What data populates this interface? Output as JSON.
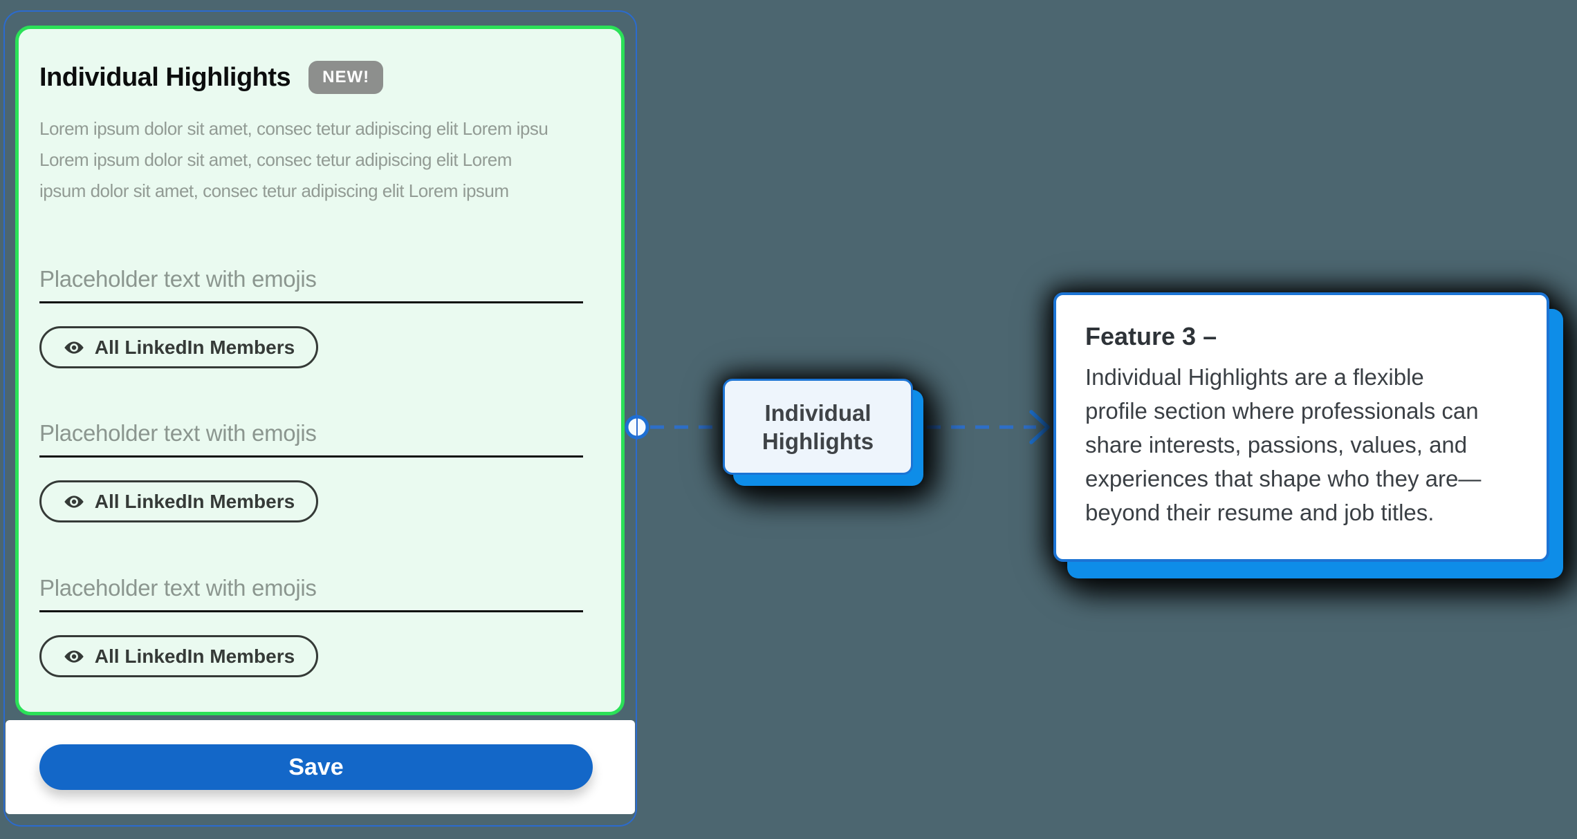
{
  "canvas": {
    "background": "#4c6670"
  },
  "mockup": {
    "title": "Individual Highlights",
    "badge": "NEW!",
    "description": "Lorem ipsum dolor sit amet, consec tetur adipiscing elit Lorem ipsu\nLorem ipsum dolor sit amet, consec tetur adipiscing elit Lorem\nipsum dolor sit amet, consec tetur adipiscing elit Lorem ipsum",
    "fields": [
      {
        "placeholder": "Placeholder text with emojis",
        "audience": "All LinkedIn Members"
      },
      {
        "placeholder": "Placeholder text with emojis",
        "audience": "All LinkedIn Members"
      },
      {
        "placeholder": "Placeholder text with emojis",
        "audience": "All LinkedIn Members"
      }
    ],
    "save_label": "Save"
  },
  "node": {
    "label": "Individual Highlights"
  },
  "feature": {
    "title": "Feature 3 –",
    "body": "Individual Highlights are a flexible\nprofile section where professionals can\nshare interests, passions, values, and\nexperiences that shape who they are—\nbeyond their resume and job titles."
  },
  "icons": {
    "visibility": "eye-icon",
    "connector_start": "connector-handle",
    "connector_end": "arrow-icon"
  },
  "colors": {
    "background": "#4c6670",
    "card_border_green": "#2be158",
    "card_bg_mint": "#eafaf0",
    "badge_gray": "#8d8f8d",
    "text_black": "#0c0d0d",
    "text_gray": "#929b94",
    "placeholder_gray": "#8b968f",
    "pill_dark": "#353a37",
    "save_blue": "#1367c8",
    "node_border_blue": "#1c74d4",
    "node_fill": "#eef5fc",
    "node_offset_blue": "#0e8de8",
    "connector_blue": "#2e6fc8",
    "selection_blue": "#2b6bcf"
  }
}
